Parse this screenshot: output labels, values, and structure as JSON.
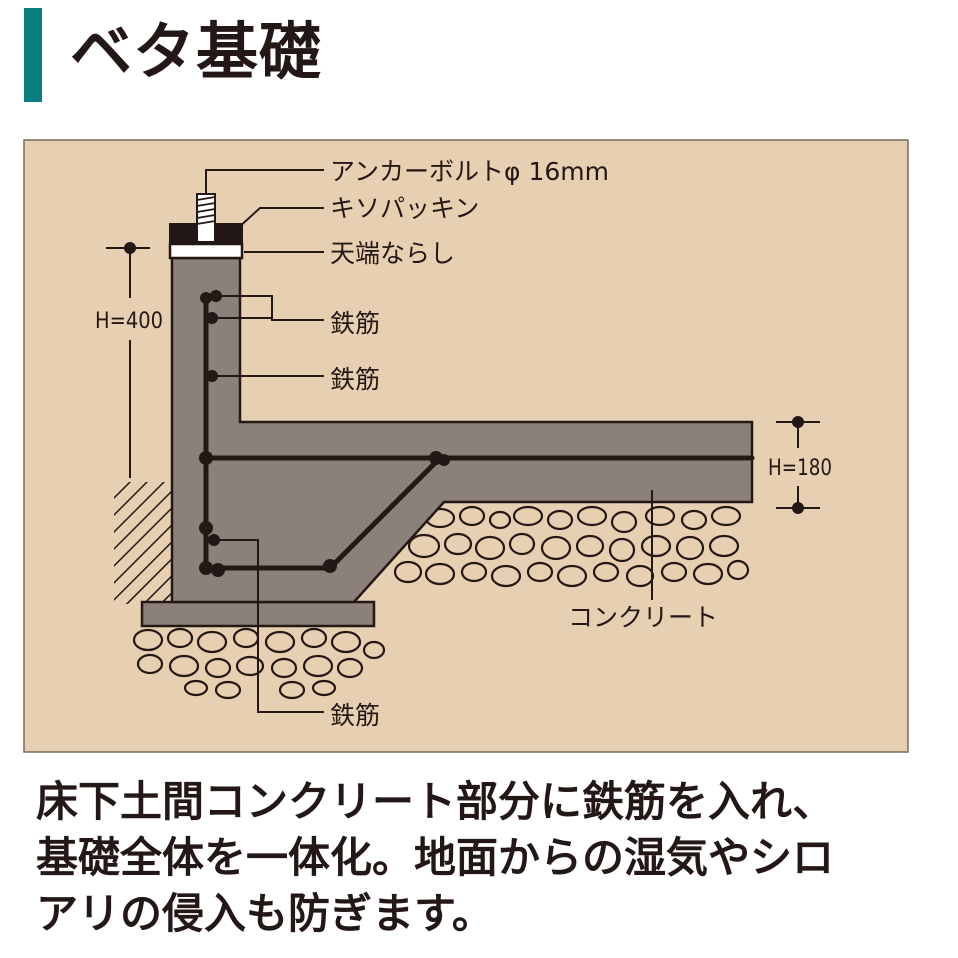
{
  "title": "ベタ基礎",
  "colors": {
    "accent": "#0c7f80",
    "background": "#e7d0b2",
    "concrete": "#8c807a",
    "rebar": "#231815"
  },
  "labels": {
    "anchor_bolt": "アンカーボルトφ 16mm",
    "packing": "キソパッキン",
    "leveling": "天端ならし",
    "rebar_1": "鉄筋",
    "rebar_2": "鉄筋",
    "rebar_3": "鉄筋",
    "concrete": "コンクリート",
    "h400": "H=400",
    "h180": "H=180"
  },
  "caption": [
    "床下土間コンクリート部分に鉄筋を入れ、",
    "基礎全体を一体化。地面からの湿気やシロ",
    "アリの侵入も防ぎます。"
  ]
}
